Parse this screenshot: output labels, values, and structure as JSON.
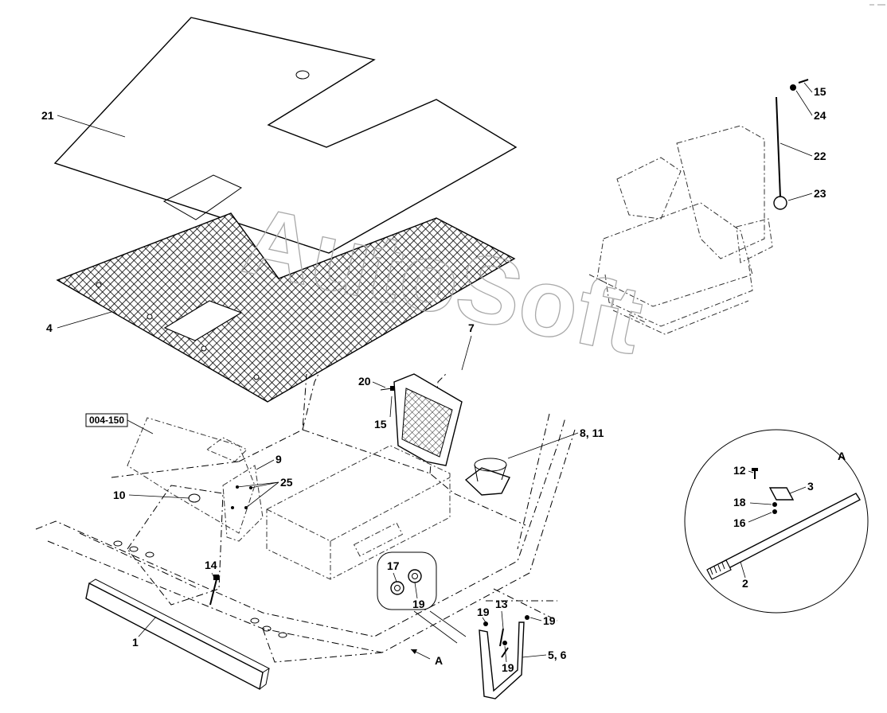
{
  "watermark": "AutoSoft",
  "reference_tag": "004-150",
  "detail_label": "A",
  "view_arrow_label": "A",
  "callouts": {
    "c21": "21",
    "c4": "4",
    "c7": "7",
    "c20": "20",
    "c15a": "15",
    "c8_11": "8, 11",
    "c9": "9",
    "c25": "25",
    "c10": "10",
    "c14": "14",
    "c1": "1",
    "c17": "17",
    "c19a": "19",
    "c19b": "19",
    "c13": "13",
    "c19c": "19",
    "c19d": "19",
    "c5_6": "5, 6",
    "c15b": "15",
    "c24": "24",
    "c22": "22",
    "c23": "23",
    "c12": "12",
    "c3": "3",
    "c18": "18",
    "c16": "16",
    "c2": "2"
  }
}
